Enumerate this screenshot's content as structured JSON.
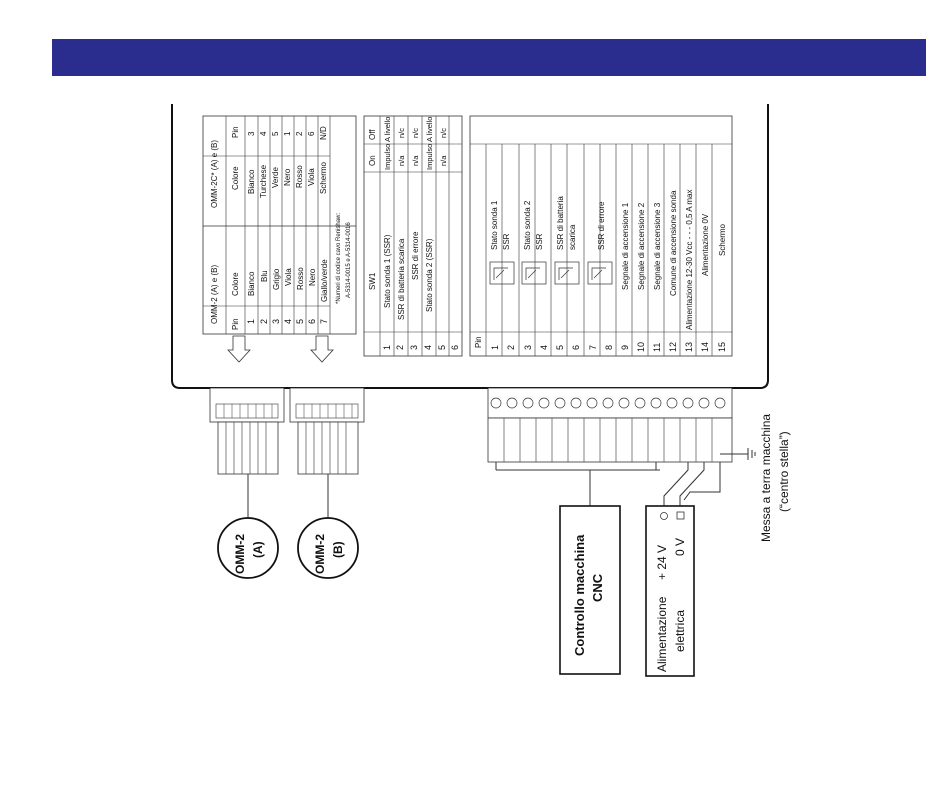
{
  "header": {
    "banner_color": "#2b2d8e"
  },
  "omm2_table": {
    "title": "OMM-2 (A) e (B)",
    "col_pin": "Pin",
    "col_color": "Colore",
    "rows": [
      {
        "pin": "1",
        "color": "Bianco"
      },
      {
        "pin": "2",
        "color": "Blu"
      },
      {
        "pin": "3",
        "color": "Grigio"
      },
      {
        "pin": "4",
        "color": "Viola"
      },
      {
        "pin": "5",
        "color": "Rosso"
      },
      {
        "pin": "6",
        "color": "Nero"
      },
      {
        "pin": "7",
        "color": "Giallo/verde"
      }
    ],
    "footnote_1": "*Numeri di codice cavo Renishaw:",
    "footnote_2": "A-5314-0015 e A-5314-0016"
  },
  "omm2c_table": {
    "title": "OMM-2C* (A) e (B)",
    "col_color": "Colore",
    "col_pin": "Pin",
    "rows": [
      {
        "color": "Bianco",
        "pin": "3"
      },
      {
        "color": "Turchese",
        "pin": "4"
      },
      {
        "color": "Verde",
        "pin": "5"
      },
      {
        "color": "Nero",
        "pin": "1"
      },
      {
        "color": "Rosso",
        "pin": "2"
      },
      {
        "color": "Viola",
        "pin": "6"
      },
      {
        "color": "Schermo",
        "pin": "N/D"
      }
    ]
  },
  "sw1_table": {
    "title": "SW1",
    "col_on": "On",
    "col_off": "Off",
    "rows": [
      {
        "pin": "1",
        "label": "",
        "on": "",
        "off": ""
      },
      {
        "pin": "2",
        "label": "Stato sonda 1 (SSR)",
        "on": "Impulso",
        "off": "A livello"
      },
      {
        "pin": "3",
        "label": "SSR di batteria scarica",
        "on": "n/a",
        "off": "n/c"
      },
      {
        "pin": "4",
        "label": "SSR di errore",
        "on": "n/a",
        "off": "n/c"
      },
      {
        "pin": "5",
        "label": "Stato sonda 2 (SSR)",
        "on": "Impulso",
        "off": "A livello"
      },
      {
        "pin": "6",
        "label": "",
        "on": "n/a",
        "off": "n/c"
      }
    ]
  },
  "terminal_table": {
    "col_pin": "Pin",
    "rows": [
      {
        "pin": "1",
        "label": "Stato sonda 1"
      },
      {
        "pin": "2",
        "label": "SSR"
      },
      {
        "pin": "3",
        "label": "Stato sonda 2"
      },
      {
        "pin": "4",
        "label": "SSR"
      },
      {
        "pin": "5",
        "label": "SSR di batteria"
      },
      {
        "pin": "6",
        "label": "scarica"
      },
      {
        "pin": "7",
        "label": "SSR di errore"
      },
      {
        "pin": "8",
        "label": ""
      },
      {
        "pin": "9",
        "label": "Segnale di accensione 1"
      },
      {
        "pin": "10",
        "label": "Segnale di accensione 2"
      },
      {
        "pin": "11",
        "label": "Segnale di accensione 3"
      },
      {
        "pin": "12",
        "label": "Comune di accensione sonda"
      },
      {
        "pin": "13",
        "label": "Alimentazione 12-30 Vcc - - - 0,5 A max"
      },
      {
        "pin": "14",
        "label": "Alimentazione 0V"
      },
      {
        "pin": "15",
        "label": "Schermo"
      }
    ]
  },
  "connectors": {
    "omm_a_line1": "OMM-2",
    "omm_a_line2": "(A)",
    "omm_b_line1": "OMM-2",
    "omm_b_line2": "(B)"
  },
  "cnc_box": {
    "line1": "Controllo macchina",
    "line2": "CNC"
  },
  "power_box": {
    "line1": "Alimentazione",
    "line2": "elettrica",
    "plus": "+ 24 V",
    "zero": "0 V"
  },
  "ground_label": {
    "line1": "Messa a terra macchina",
    "line2": "(“centro stella”)"
  }
}
